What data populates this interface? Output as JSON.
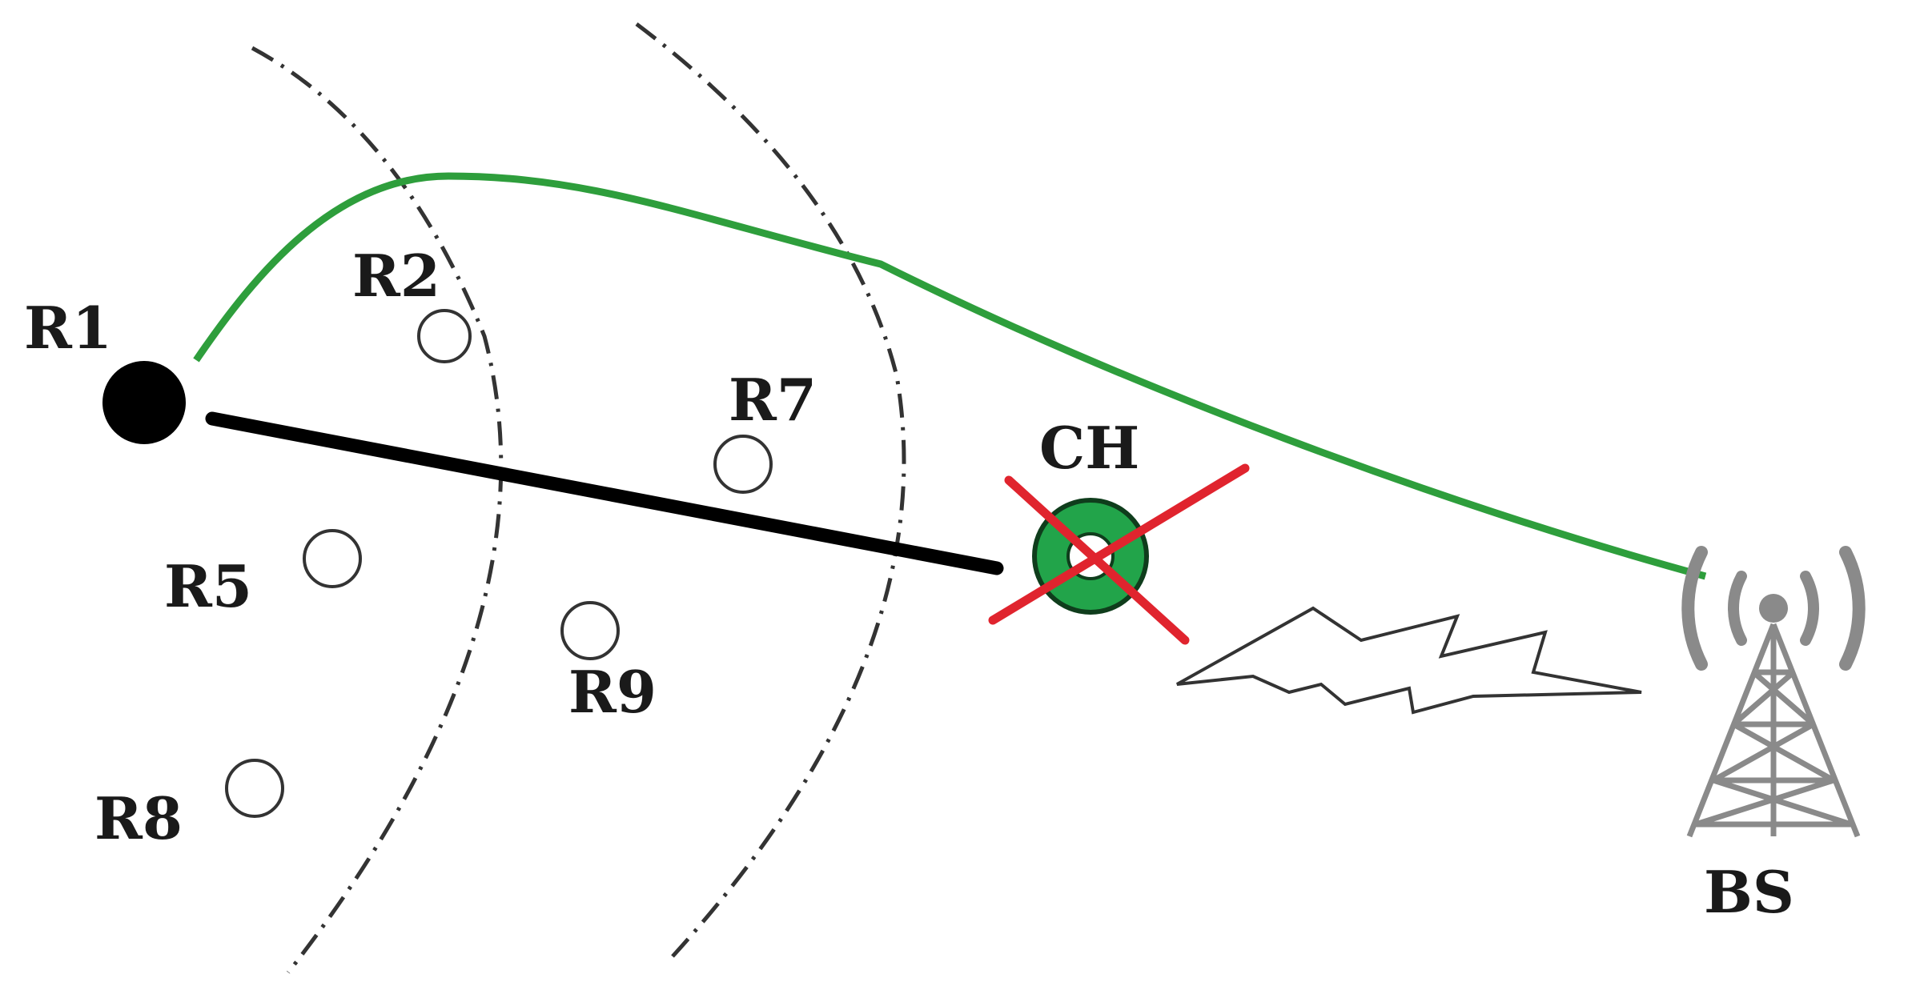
{
  "nodes": {
    "r1": "R1",
    "r2": "R2",
    "r5": "R5",
    "r7": "R7",
    "r8": "R8",
    "r9": "R9",
    "ch": "CH",
    "bs": "BS"
  },
  "colors": {
    "alternate_path": "#2e9e3c",
    "failed_link": "#000000",
    "failure_mark": "#e0242e",
    "cluster_head": "#22a44a",
    "tower": "#8a8a8a"
  },
  "icons": {
    "cluster_head": "cluster-head-icon",
    "failure_mark": "cross-icon",
    "wireless_link": "lightning-bolt-icon",
    "base_station": "radio-tower-icon"
  }
}
